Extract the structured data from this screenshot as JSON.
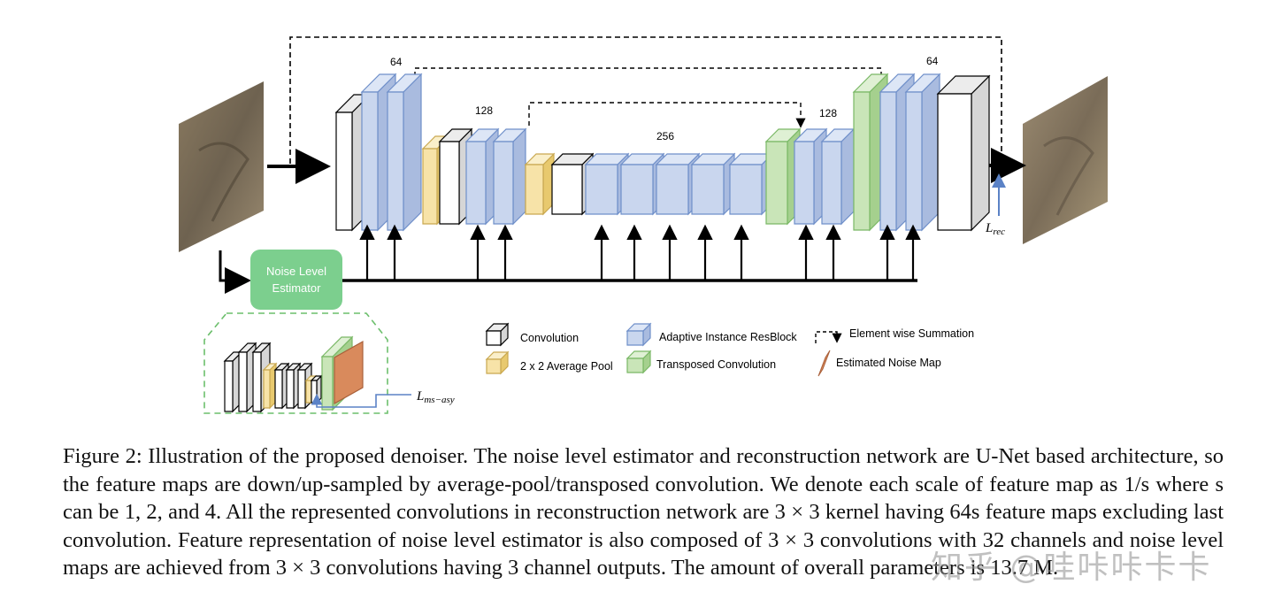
{
  "figure": {
    "channel_labels": {
      "enc64": "64",
      "enc128": "128",
      "mid256": "256",
      "dec128": "128",
      "dec64": "64"
    },
    "estimator_label_line1": "Noise Level",
    "estimator_label_line2": "Estimator",
    "loss_rec": "L",
    "loss_rec_sub": "rec",
    "loss_ms": "L",
    "loss_ms_sub": "ms−asy",
    "legend": {
      "convolution": "Convolution",
      "avg_pool": "2 x 2 Average Pool",
      "resblock": "Adaptive Instance ResBlock",
      "transposed": "Transposed Convolution",
      "summation": "Element wise Summation",
      "noise_map": "Estimated Noise Map"
    },
    "colors": {
      "conv": "#ffffff",
      "resblock": "#c9d6ee",
      "pool": "#f7e3a8",
      "transposed": "#c9e5b8",
      "estimator": "#7ccf8e",
      "noise_map": "#d98a5c",
      "loss_arrow": "#5b82c6"
    }
  },
  "caption": {
    "text": "Figure 2: Illustration of the proposed denoiser. The noise level estimator and reconstruction network are U-Net based architecture, so the feature maps are down/up-sampled by average-pool/transposed convolution. We denote each scale of feature map as 1/s where s can be 1, 2, and 4. All the represented convolutions in reconstruction network are 3 × 3 kernel having 64s feature maps excluding last convolution. Feature representation of noise level estimator is also composed of 3 × 3 convolutions with 32 channels and noise level maps are achieved from 3 × 3 convolutions having 3 channel outputs. The amount of overall parameters is 13.7 M."
  },
  "watermark": "知乎 @哇咔咔卡卡"
}
